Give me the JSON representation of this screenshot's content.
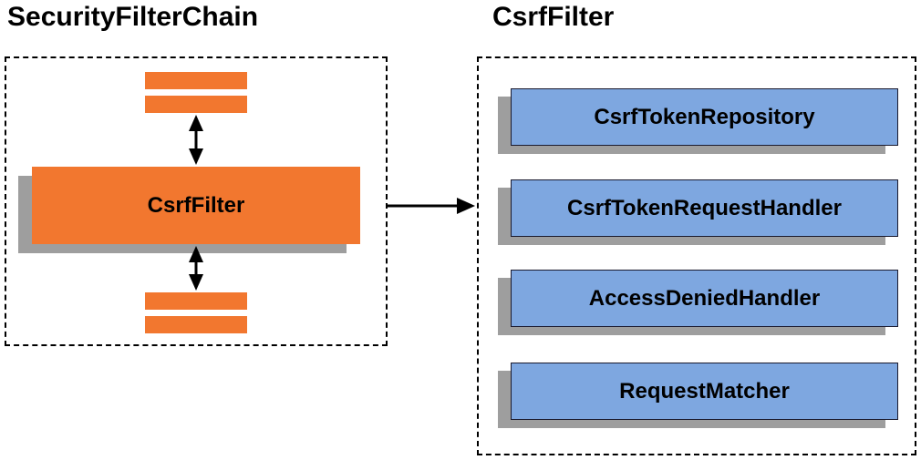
{
  "diagram": {
    "left_panel": {
      "title": "SecurityFilterChain",
      "filter_label": "CsrfFilter"
    },
    "right_panel": {
      "title": "CsrfFilter",
      "components": [
        "CsrfTokenRepository",
        "CsrfTokenRequestHandler",
        "AccessDeniedHandler",
        "RequestMatcher"
      ]
    }
  },
  "colors": {
    "orange": "#F2772F",
    "blue": "#7EA7E0",
    "shadow": "#9e9e9e",
    "border": "#000000"
  }
}
